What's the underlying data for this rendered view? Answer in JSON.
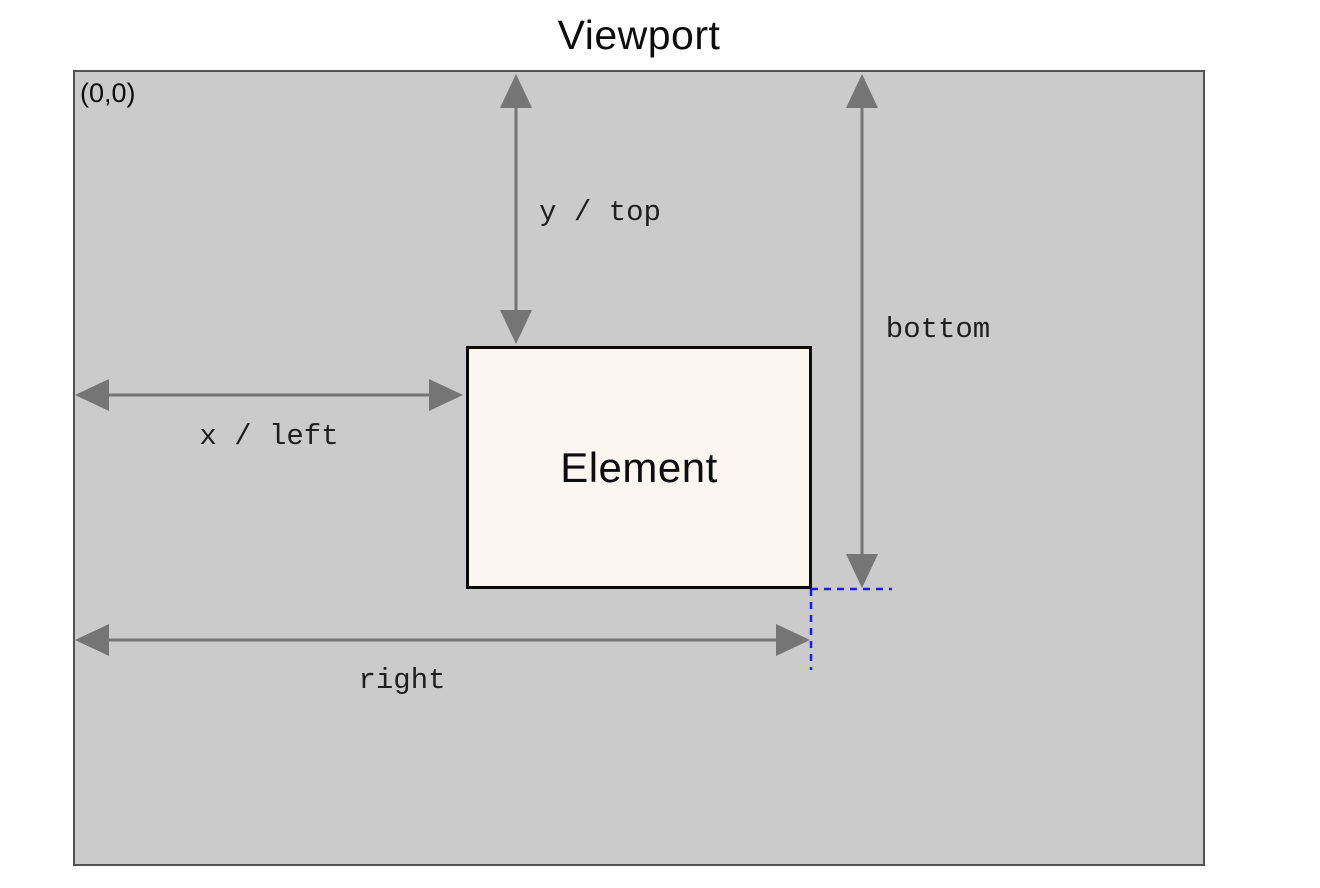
{
  "diagram": {
    "title": "Viewport",
    "origin_label": "(0,0)",
    "element_label": "Element",
    "measurements": {
      "y_top": "y / top",
      "bottom": "bottom",
      "x_left": "x / left",
      "right": "right"
    }
  },
  "colors": {
    "page-bg": "#ffffff",
    "viewport-bg": "#cbcbcb",
    "viewport-border": "#525252",
    "element-bg": "#faf7f0",
    "element-border": "#0a0a0a",
    "arrow": "#757575",
    "label-text": "#1f1f1f",
    "guide-blue": "#1a1aff",
    "title-text": "#0d0d0d"
  }
}
